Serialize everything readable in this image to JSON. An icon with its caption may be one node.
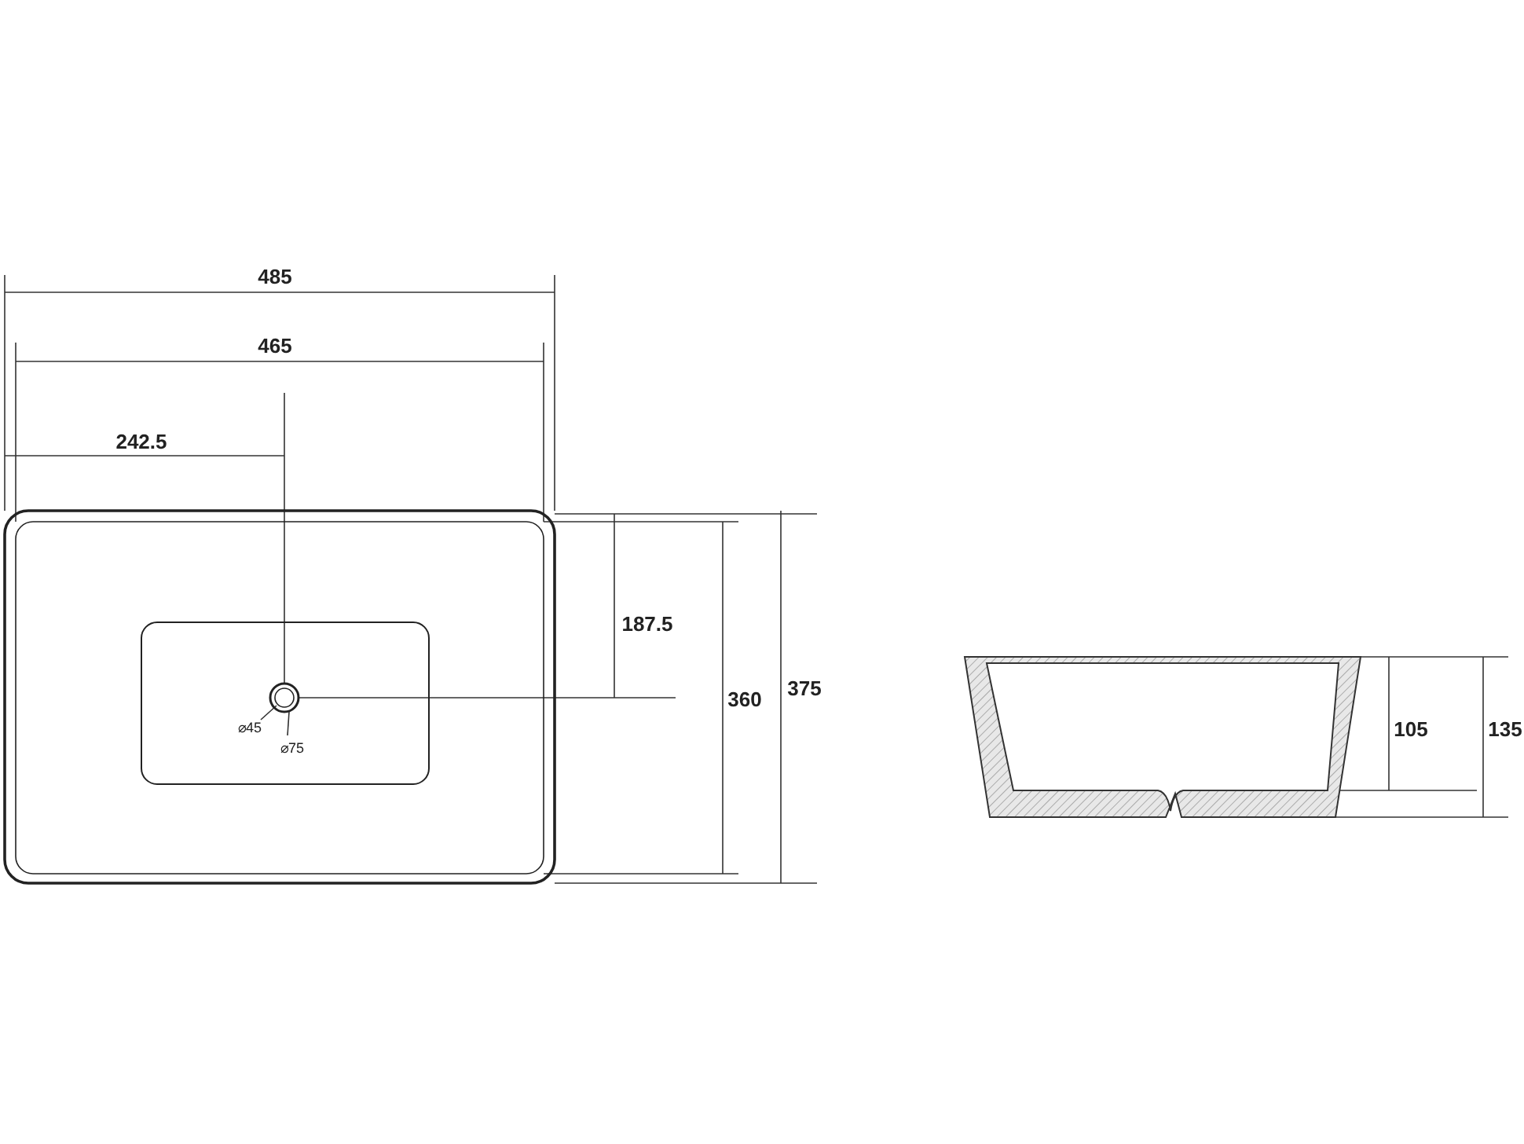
{
  "diagram": {
    "labels": [
      "485",
      "465",
      "242.5",
      "187.5",
      "360",
      "375",
      "⌀45",
      "⌀75",
      "105",
      "135"
    ]
  }
}
